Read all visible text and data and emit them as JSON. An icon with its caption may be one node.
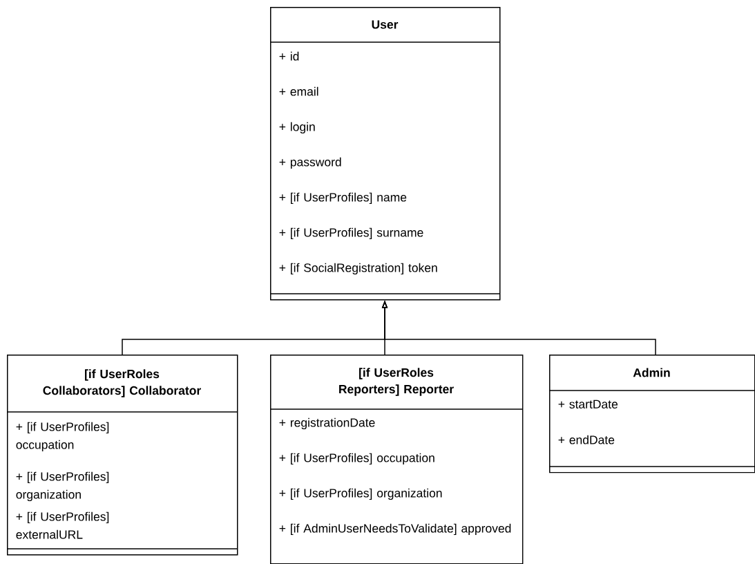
{
  "diagram": {
    "nodes": [
      {
        "text": [
          "User",
          "+ id",
          "+ email",
          "+ login",
          "+ password",
          "+ [if UserProfiles] name",
          "+ [if UserProfiles] surname",
          "+ [if SocialRegistration] token"
        ]
      },
      {
        "text": [
          "[if UserRoles Collaborators] Collaborator",
          "+ [if UserProfiles] occupation",
          "+ [if UserProfiles] organization",
          "+ [if UserProfiles] externalURL"
        ]
      },
      {
        "text": [
          "[if UserRoles Reporters] Reporter",
          "+ registrationDate",
          "+ [if UserProfiles] occupation",
          "+ [if UserProfiles] organization",
          "+ [if AdminUserNeedsToValidate] approved"
        ]
      },
      {
        "text": [
          "Admin",
          "+ startDate",
          "+ endDate"
        ]
      }
    ],
    "edges": [
      {
        "from": 1,
        "to": 0,
        "arrow": "to"
      },
      {
        "from": 2,
        "to": 0,
        "arrow": "to"
      },
      {
        "from": 3,
        "to": 0,
        "arrow": "to"
      }
    ]
  }
}
